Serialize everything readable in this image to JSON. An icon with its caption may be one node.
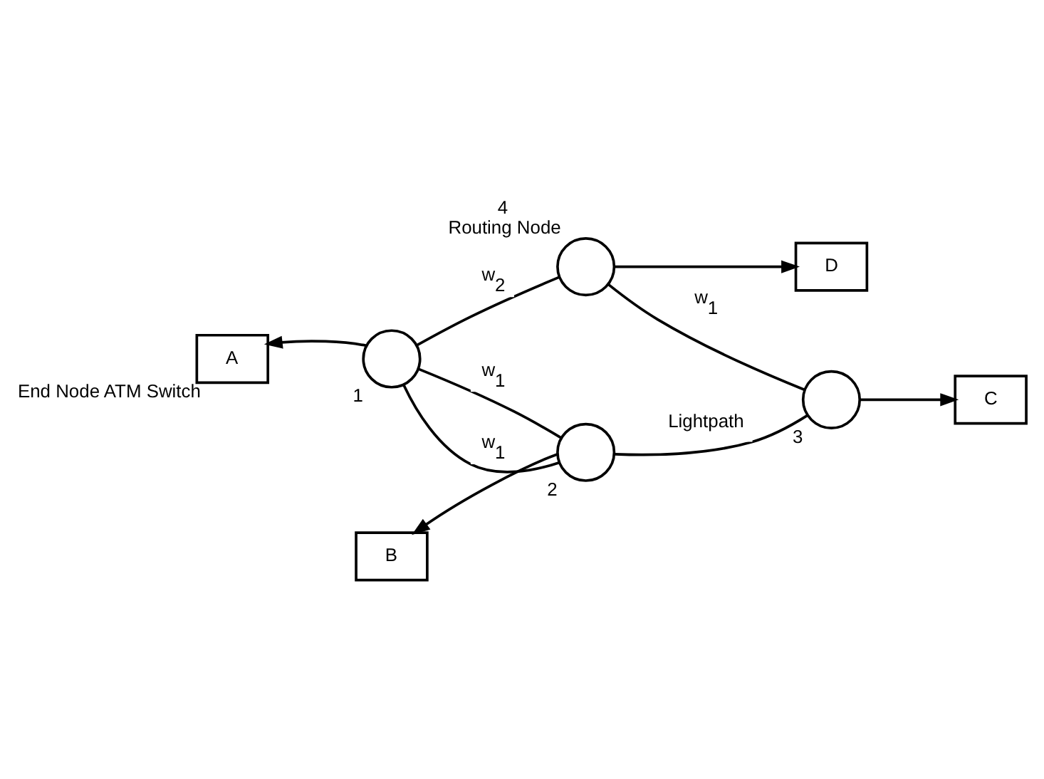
{
  "diagram": {
    "nodes": [
      {
        "text": [
          "A"
        ],
        "beside": [
          "End Node ATM Switch"
        ]
      },
      {
        "text": [],
        "shape": "circle",
        "beside": [
          "1"
        ]
      },
      {
        "text": [
          "B"
        ]
      },
      {
        "text": [],
        "shape": "circle",
        "beside": [
          "2"
        ]
      },
      {
        "text": [],
        "shape": "circle",
        "beside": [
          "3"
        ]
      },
      {
        "text": [
          "C"
        ]
      },
      {
        "text": [],
        "shape": "circle",
        "beside": [
          "4",
          "Routing Node"
        ]
      },
      {
        "text": [
          "D"
        ]
      }
    ],
    "edges": [
      {
        "from": 1,
        "to": 0,
        "arrow": "to"
      },
      {
        "from": 3,
        "to": 2,
        "arrow": "to"
      },
      {
        "from": 1,
        "to": 3,
        "arrow": "none",
        "label": "w$_{1}$"
      },
      {
        "from": 1,
        "to": 3,
        "arrow": "none",
        "label": "w$_{1}$"
      },
      {
        "from": 3,
        "to": 4,
        "arrow": "none",
        "label": "Lightpath"
      },
      {
        "from": 4,
        "to": 5,
        "arrow": "to"
      },
      {
        "from": 1,
        "to": 6,
        "arrow": "none",
        "label": "w$_{2}$"
      },
      {
        "from": 6,
        "to": 4,
        "arrow": "none",
        "label": "w$_{1}$"
      },
      {
        "from": 6,
        "to": 7,
        "arrow": "to"
      }
    ]
  }
}
